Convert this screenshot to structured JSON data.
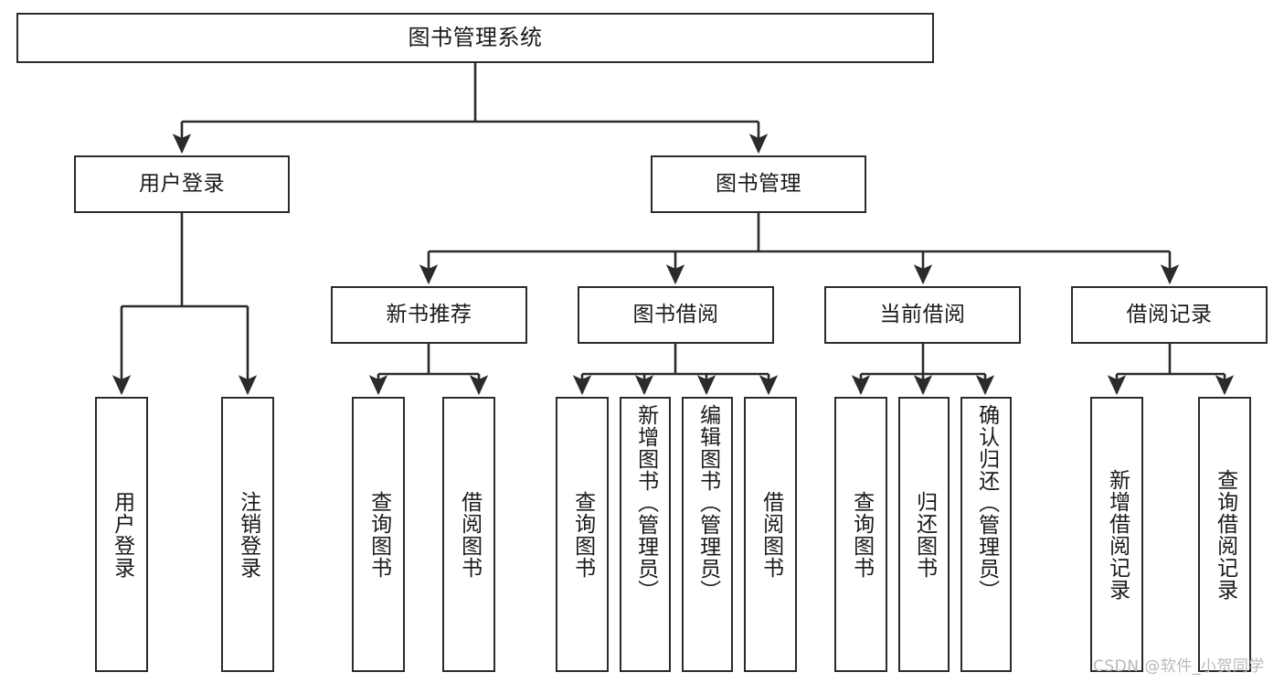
{
  "diagram": {
    "title": "图书管理系统",
    "type": "tree-hierarchy",
    "watermark": "CSDN @软件_小贺同学",
    "colors": {
      "stroke": "#2b2b2b",
      "fill": "#ffffff",
      "text": "#1a1a1a",
      "watermark": "#b9b9b9"
    },
    "nodes": {
      "root": "图书管理系统",
      "level2": {
        "user_login": "用户登录",
        "book_manage": "图书管理"
      },
      "level3": {
        "new_book_rec": "新书推荐",
        "book_borrow": "图书借阅",
        "current_borrow": "当前借阅",
        "borrow_record": "借阅记录"
      },
      "leaves": {
        "user_login_1": "用户登录",
        "user_login_2": "注销登录",
        "new_book_rec_1": "查询图书",
        "new_book_rec_2": "借阅图书",
        "book_borrow_1": "查询图书",
        "book_borrow_2": "新增图书（管理员）",
        "book_borrow_3": "编辑图书（管理员）",
        "book_borrow_4": "借阅图书",
        "current_borrow_1": "查询图书",
        "current_borrow_2": "归还图书",
        "current_borrow_3": "确认归还（管理员）",
        "borrow_record_1": "新增借阅记录",
        "borrow_record_2": "查询借阅记录"
      }
    }
  }
}
